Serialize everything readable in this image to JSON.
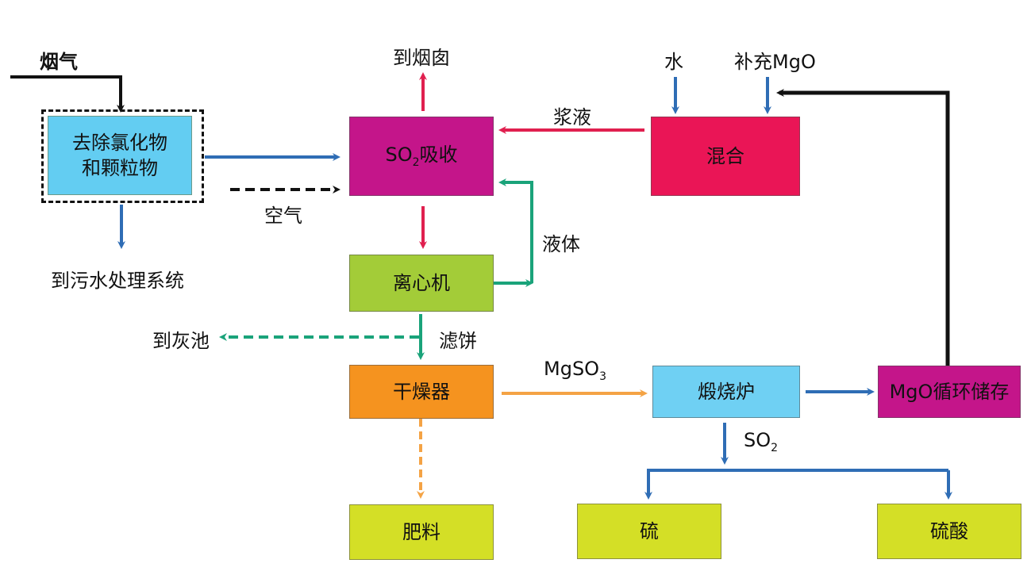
{
  "nodes": {
    "remove": {
      "label_line1": "去除氯化物",
      "label_line2": "和颗粒物",
      "color": "#63cdf2"
    },
    "so2_absorb": {
      "label_prefix": "SO",
      "label_sub": "2",
      "label_suffix": "吸收",
      "color": "#c4158a"
    },
    "centrifuge": {
      "label": "离心机",
      "color": "#a3cc38"
    },
    "dryer": {
      "label": "干燥器",
      "color": "#f5931f"
    },
    "fertilizer": {
      "label": "肥料",
      "color": "#d4df26"
    },
    "mix": {
      "label": "混合",
      "color": "#ea1556"
    },
    "calciner": {
      "label": "煅烧炉",
      "color": "#6fd0f3"
    },
    "mgo_store": {
      "label": "MgO循环储存",
      "color": "#c4158a"
    },
    "sulfur": {
      "label": "硫",
      "color": "#d4df26"
    },
    "sulfuric_acid": {
      "label": "硫酸",
      "color": "#d4df26"
    }
  },
  "labels": {
    "flue_gas": "烟气",
    "to_wastewater": "到污水处理系统",
    "to_chimney": "到烟囱",
    "air": "空气",
    "slurry": "浆液",
    "water": "水",
    "add_mgo": "补充MgO",
    "liquid": "液体",
    "to_ash_pond": "到灰池",
    "filter_cake": "滤饼",
    "mgso3_prefix": "MgSO",
    "mgso3_sub": "3",
    "so2_prefix": "SO",
    "so2_sub": "2"
  },
  "colors": {
    "blue_arrow": "#2f6db5",
    "red_arrow": "#e0204f",
    "green_arrow": "#1aa37a",
    "orange_arrow": "#f4a345",
    "black_arrow": "#111111"
  }
}
